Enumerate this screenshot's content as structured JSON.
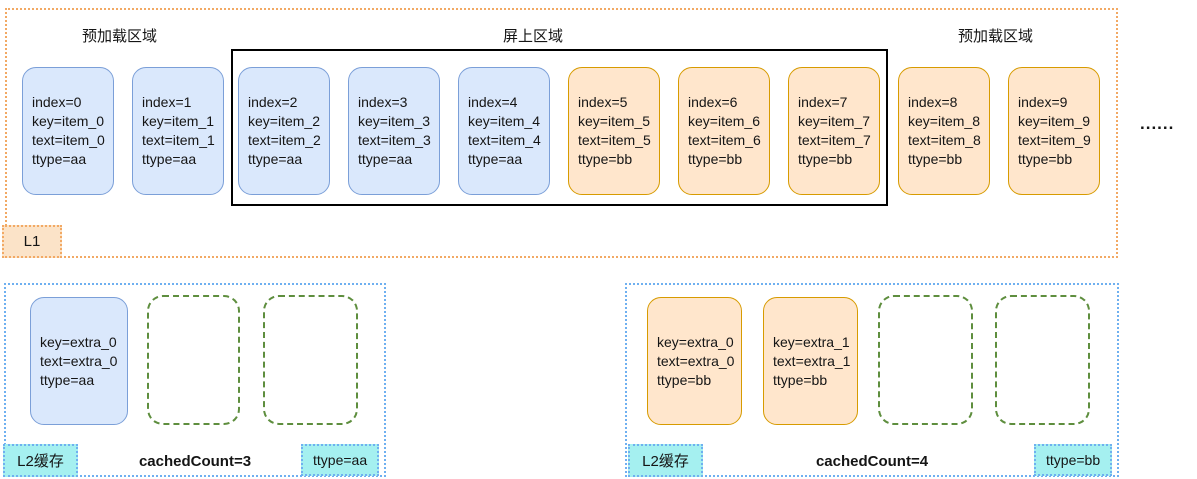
{
  "colors": {
    "l1_border": "#f2a964",
    "l1_tab_fill": "#fbe3c8",
    "blue_fill": "#dae8fc",
    "blue_stroke": "#7b9fd8",
    "orange_fill": "#ffe6cc",
    "orange_stroke": "#d79b00",
    "onscreen_border": "#000000",
    "l2_border": "#6fb0f0",
    "cyan_fill": "#a5f0f0",
    "empty_slot_green": "#5e8e3e"
  },
  "l1": {
    "tab_label": "L1",
    "preload_left_label": "预加载区域",
    "onscreen_label": "屏上区域",
    "preload_right_label": "预加载区域",
    "ellipsis": "......",
    "items": [
      {
        "variant": "blue",
        "lines": [
          "index=0",
          "key=item_0",
          "text=item_0",
          "ttype=aa"
        ]
      },
      {
        "variant": "blue",
        "lines": [
          "index=1",
          "key=item_1",
          "text=item_1",
          "ttype=aa"
        ]
      },
      {
        "variant": "blue",
        "lines": [
          "index=2",
          "key=item_2",
          "text=item_2",
          "ttype=aa"
        ]
      },
      {
        "variant": "blue",
        "lines": [
          "index=3",
          "key=item_3",
          "text=item_3",
          "ttype=aa"
        ]
      },
      {
        "variant": "blue",
        "lines": [
          "index=4",
          "key=item_4",
          "text=item_4",
          "ttype=aa"
        ]
      },
      {
        "variant": "orange",
        "lines": [
          "index=5",
          "key=item_5",
          "text=item_5",
          "ttype=bb"
        ]
      },
      {
        "variant": "orange",
        "lines": [
          "index=6",
          "key=item_6",
          "text=item_6",
          "ttype=bb"
        ]
      },
      {
        "variant": "orange",
        "lines": [
          "index=7",
          "key=item_7",
          "text=item_7",
          "ttype=bb"
        ]
      },
      {
        "variant": "orange",
        "lines": [
          "index=8",
          "key=item_8",
          "text=item_8",
          "ttype=bb"
        ]
      },
      {
        "variant": "orange",
        "lines": [
          "index=9",
          "key=item_9",
          "text=item_9",
          "ttype=bb"
        ]
      }
    ]
  },
  "l2_aa": {
    "tab_label": "L2缓存",
    "cached_count_label": "cachedCount=3",
    "type_badge_label": "ttype=aa",
    "cards": [
      {
        "variant": "blue",
        "lines": [
          "key=extra_0",
          "text=extra_0",
          "ttype=aa"
        ]
      }
    ],
    "empty_slot_count": 2
  },
  "l2_bb": {
    "tab_label": "L2缓存",
    "cached_count_label": "cachedCount=4",
    "type_badge_label": "ttype=bb",
    "cards": [
      {
        "variant": "orange",
        "lines": [
          "key=extra_0",
          "text=extra_0",
          "ttype=bb"
        ]
      },
      {
        "variant": "orange",
        "lines": [
          "key=extra_1",
          "text=extra_1",
          "ttype=bb"
        ]
      }
    ],
    "empty_slot_count": 2
  }
}
